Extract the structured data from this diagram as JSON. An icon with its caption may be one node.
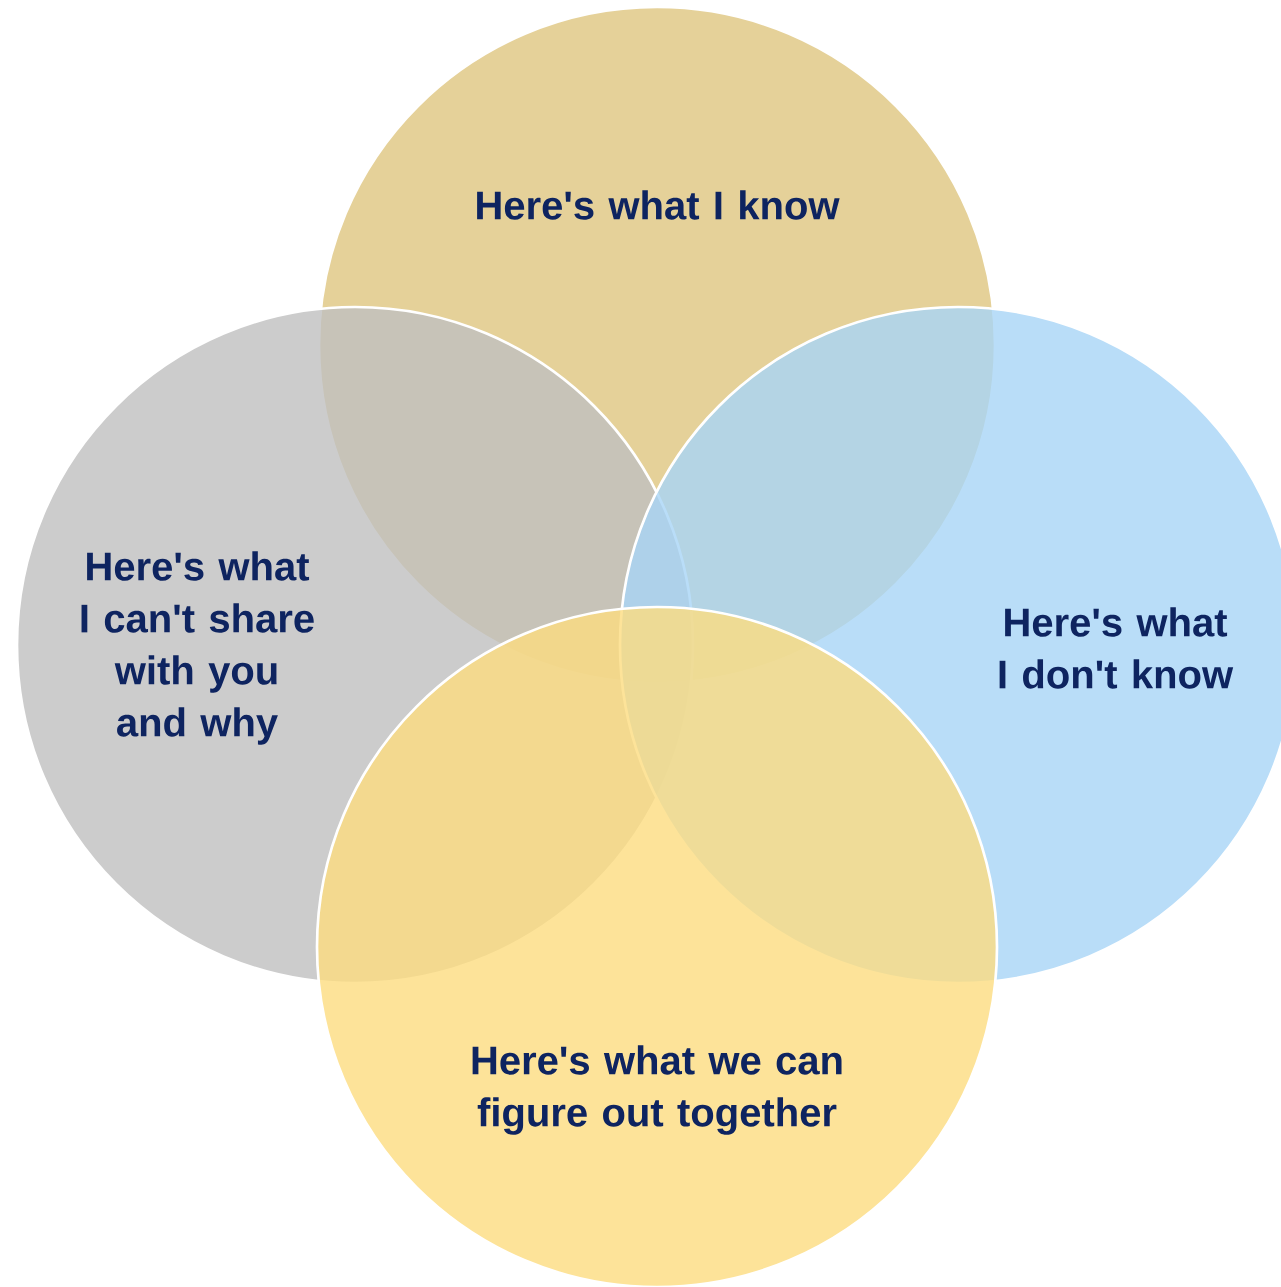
{
  "diagram": {
    "nodes": [
      {
        "text": [
          "Here's what I know"
        ]
      },
      {
        "text": [
          "Here's what I can't share with you and why"
        ]
      },
      {
        "text": [
          "Here's what I don't know"
        ]
      },
      {
        "text": [
          "Here's what we can figure out together"
        ]
      }
    ]
  }
}
